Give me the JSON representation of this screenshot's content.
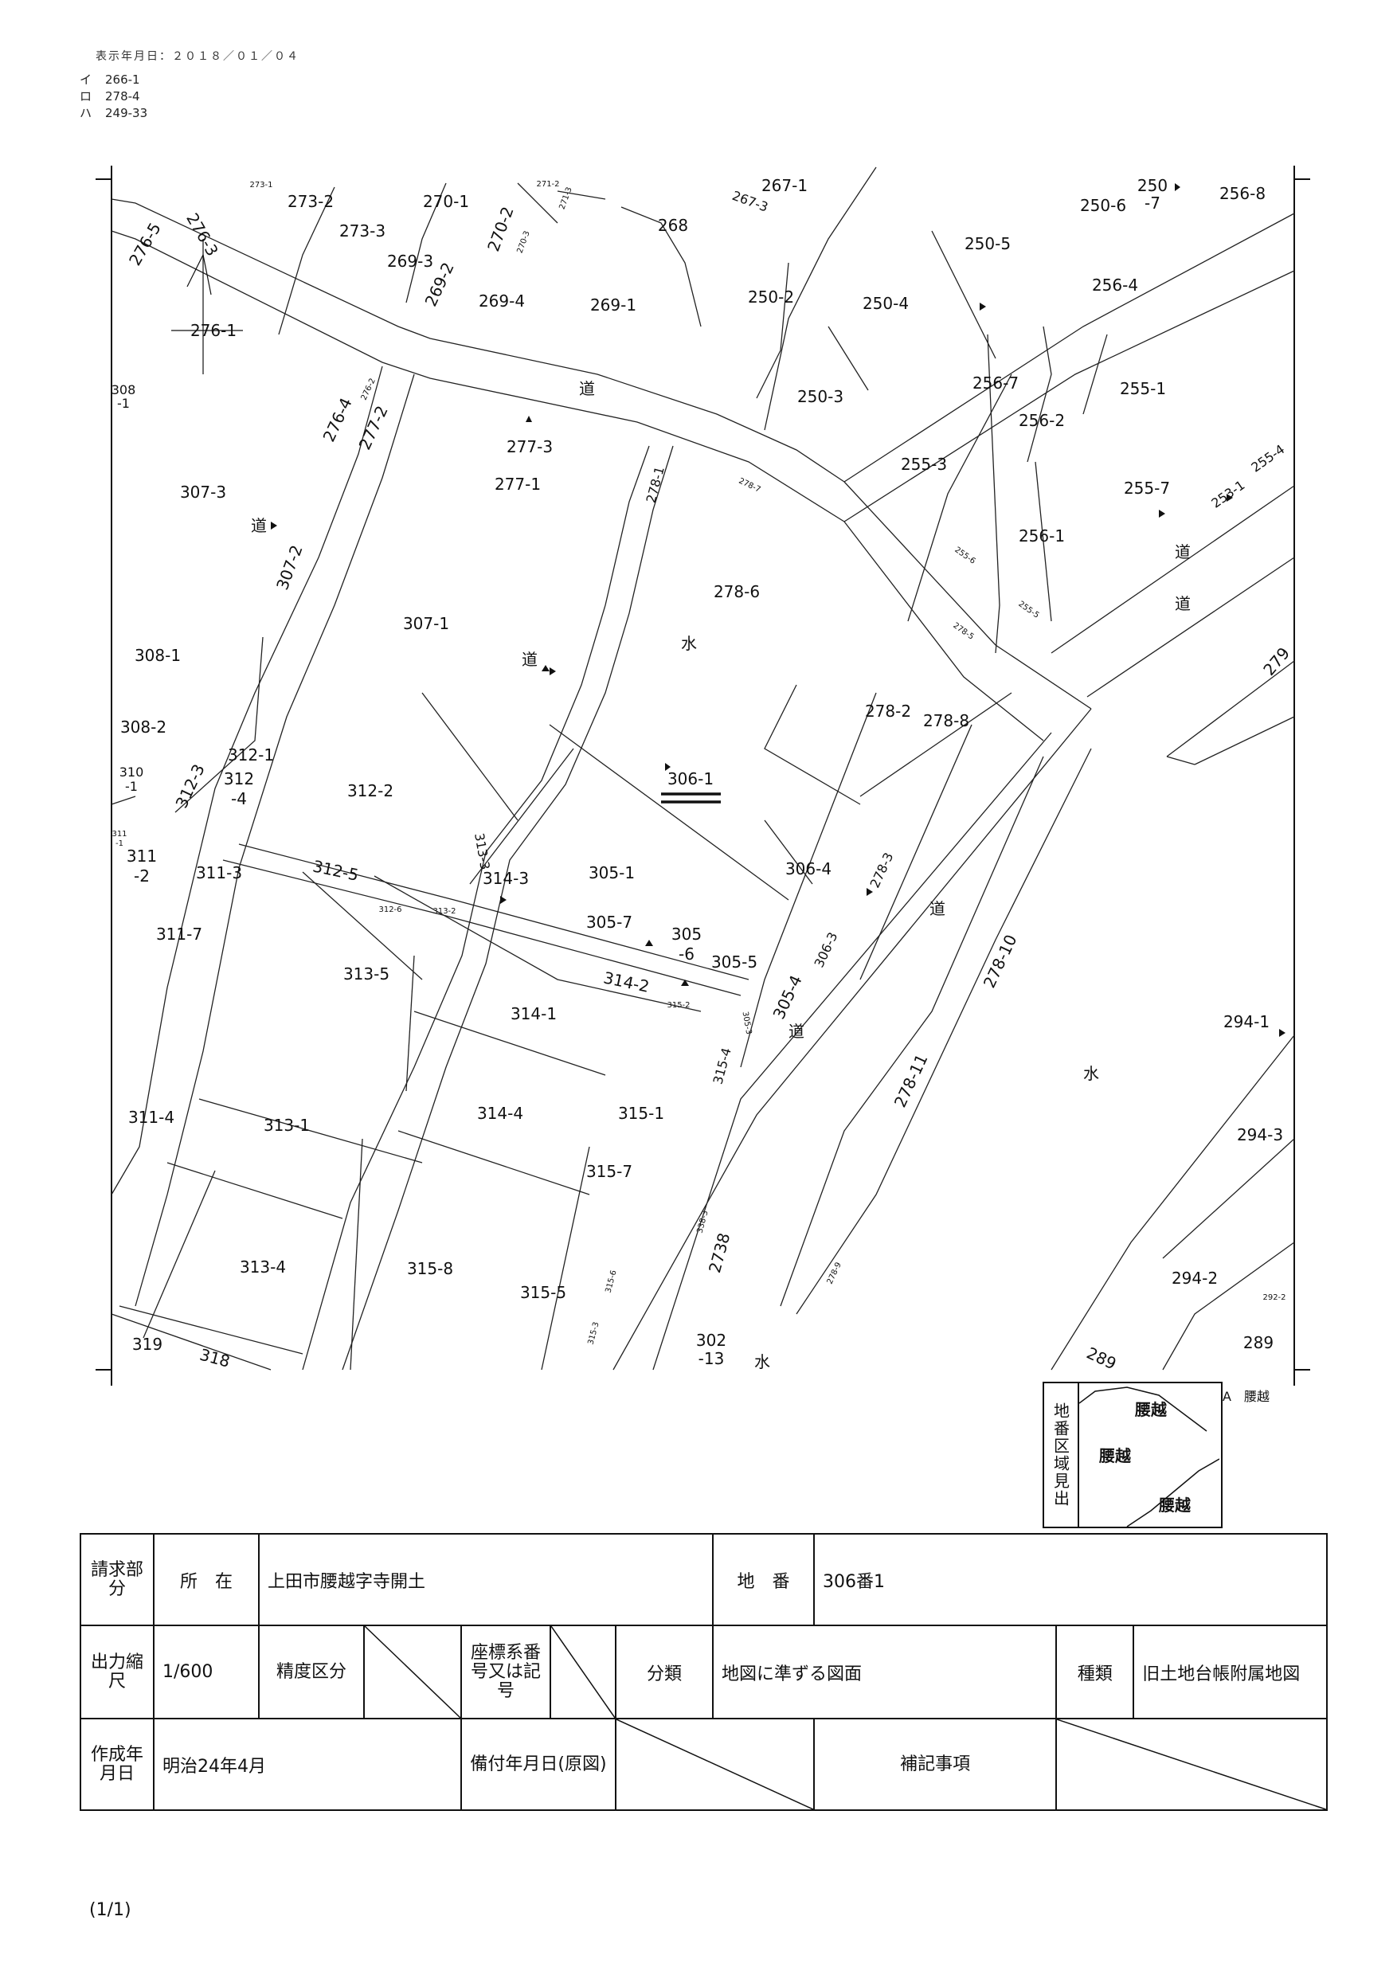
{
  "header": {
    "display_date": "表示年月日：２０１８／０１／０４"
  },
  "side_list": [
    {
      "mark": "イ",
      "value": "266-1"
    },
    {
      "mark": "ロ",
      "value": "278-4"
    },
    {
      "mark": "ハ",
      "value": "249-33"
    }
  ],
  "map": {
    "title_parcel": "306-1",
    "labels": {
      "p273_1": "273-1",
      "p273_2": "273-2",
      "p273_3": "273-3",
      "p270_1": "270-1",
      "p270_2": "270-2",
      "p270_3": "270-3",
      "p271_2": "271-2",
      "p271_3": "271-3",
      "p269_3": "269-3",
      "p269_2": "269-2",
      "p269_4": "269-4",
      "p269_1": "269-1",
      "p268": "268",
      "p267_1": "267-1",
      "p267_3": "267-3",
      "p250_2": "250-2",
      "p250_4": "250-4",
      "p250_5": "250-5",
      "p250_6": "250-6",
      "p250_7a": "250",
      "p250_7b": "-7",
      "p256_8": "256-8",
      "p256_4": "256-4",
      "p256_7": "256-7",
      "p256_2": "256-2",
      "p255_1": "255-1",
      "p250_3": "250-3",
      "p255_3": "255-3",
      "p255_4": "255-4",
      "p253_1": "253-1",
      "p255_7": "255-7",
      "p256_1": "256-1",
      "p255_5": "255-5",
      "p255_6": "255-6",
      "p276_5": "276-5",
      "p276_3": "276-3",
      "p276_1": "276-1",
      "p276_4": "276-4",
      "p276_2": "276-2",
      "p277_2": "277-2",
      "p277_3": "277-3",
      "p277_1": "277-1",
      "p308_1a": "308",
      "p308_1b": "-1",
      "p307_3": "307-3",
      "p307_2": "307-2",
      "p307_1": "307-1",
      "p308_1": "308-1",
      "p308_2": "308-2",
      "p310_1a": "310",
      "p310_1b": "-1",
      "p312_3": "312-3",
      "p312_1": "312-1",
      "p312_4a": "312",
      "p312_4b": "-4",
      "p312_2": "312-2",
      "p311_1a": "311",
      "p311_1b": "-1",
      "p311_2a": "311",
      "p311_2b": "-2",
      "p311_3": "311-3",
      "p312_5": "312-5",
      "p312_6": "312-6",
      "p313_2": "313-2",
      "p313_3": "313-3",
      "p314_3": "314-3",
      "p305_1": "305-1",
      "p306_4": "306-4",
      "p278_3": "278-3",
      "p311_7": "311-7",
      "p305_7": "305-7",
      "p305_6a": "305",
      "p305_6b": "-6",
      "p306_3": "306-3",
      "p305_5": "305-5",
      "p305_4": "305-4",
      "p313_5": "313-5",
      "p314_2": "314-2",
      "p314_1": "314-1",
      "p315_2": "315-2",
      "p305_3": "305-3",
      "p315_4": "315-4",
      "p278_1": "278-1",
      "p278_7": "278-7",
      "p278_6": "278-6",
      "p278_5": "278-5",
      "p278_2": "278-2",
      "p278_8": "278-8",
      "p279": "279",
      "p278_10": "278-10",
      "p278_11": "278-11",
      "p294_1": "294-1",
      "p294_3": "294-3",
      "p294_2": "294-2",
      "p292_2": "292-2",
      "p289a": "289",
      "p289b": "289",
      "p311_4": "311-4",
      "p313_1": "313-1",
      "p314_4": "314-4",
      "p315_1": "315-1",
      "p315_7": "315-7",
      "p313_4": "313-4",
      "p315_8": "315-8",
      "p315_5": "315-5",
      "p315_6": "315-6",
      "p315_3": "315-3",
      "p338_3": "338-3",
      "p2738": "2738",
      "p278_9": "278-9",
      "p302_13a": "302",
      "p302_13b": "-13",
      "p319": "319",
      "p318": "318",
      "road": "道",
      "water": "水"
    }
  },
  "legend": {
    "title": "地番区域見出",
    "areas": [
      "腰越",
      "腰越",
      "腰越"
    ],
    "note": "A　腰越"
  },
  "info_table": {
    "req_label": "請求部分",
    "loc_label": "所　在",
    "loc_value": "上田市腰越字寺開土",
    "lot_label": "地　番",
    "lot_value": "306番1",
    "scale_label": "出力縮尺",
    "scale_value": "1/600",
    "precision_label": "精度区分",
    "coord_label": "座標系番号又は記号",
    "class_label": "分類",
    "class_value": "地図に準ずる図面",
    "kind_label": "種類",
    "kind_value": "旧土地台帳附属地図",
    "made_label": "作成年月日",
    "made_value": "明治24年4月",
    "kept_label": "備付年月日(原図)",
    "remark_label": "補記事項"
  },
  "footer": {
    "page": "(1/1)"
  }
}
